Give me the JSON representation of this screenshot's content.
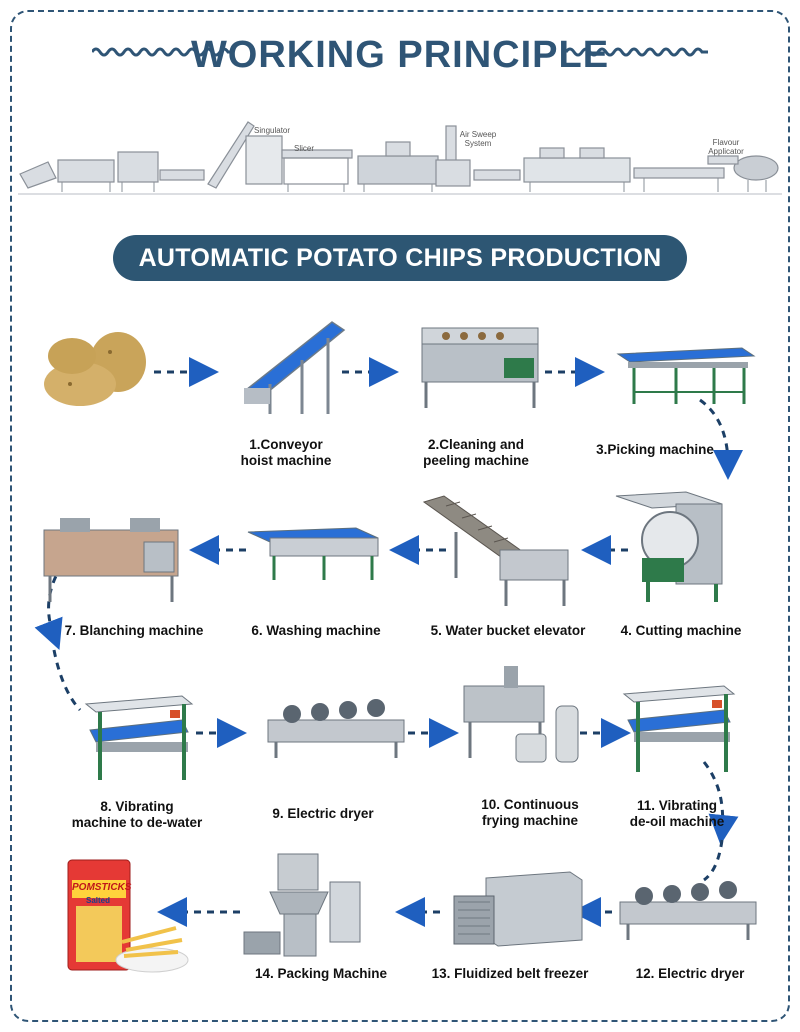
{
  "header": {
    "title": "WORKING PRINCIPLE"
  },
  "production_line": {
    "labels": {
      "singulator": "Singulator",
      "slicer": "Slicer",
      "air_sweep": "Air Sweep System",
      "flavour": "Flavour Applicator"
    }
  },
  "banner": {
    "title": "AUTOMATIC POTATO CHIPS PRODUCTION PROCESS"
  },
  "steps": [
    {
      "line1": "1.Conveyor",
      "line2": "hoist machine"
    },
    {
      "line1": "2.Cleaning and",
      "line2": "peeling machine"
    },
    {
      "line1": "3.Picking machine",
      "line2": ""
    },
    {
      "line1": "4. Cutting machine",
      "line2": ""
    },
    {
      "line1": "5. Water bucket elevator",
      "line2": ""
    },
    {
      "line1": "6. Washing machine",
      "line2": ""
    },
    {
      "line1": "7. Blanching machine",
      "line2": ""
    },
    {
      "line1": "8. Vibrating",
      "line2": "machine to de-water"
    },
    {
      "line1": "9. Electric dryer",
      "line2": ""
    },
    {
      "line1": "10. Continuous",
      "line2": "frying machine"
    },
    {
      "line1": "11. Vibrating",
      "line2": "de-oil machine"
    },
    {
      "line1": "12. Electric dryer",
      "line2": ""
    },
    {
      "line1": "13. Fluidized belt freezer",
      "line2": ""
    },
    {
      "line1": "14. Packing Machine",
      "line2": ""
    }
  ],
  "product": {
    "brand": "POMSTICKS",
    "sub": "Salted"
  },
  "colors": {
    "accent": "#2d5673",
    "arrow": "#1f5fbf",
    "dash": "#1c3f66"
  }
}
